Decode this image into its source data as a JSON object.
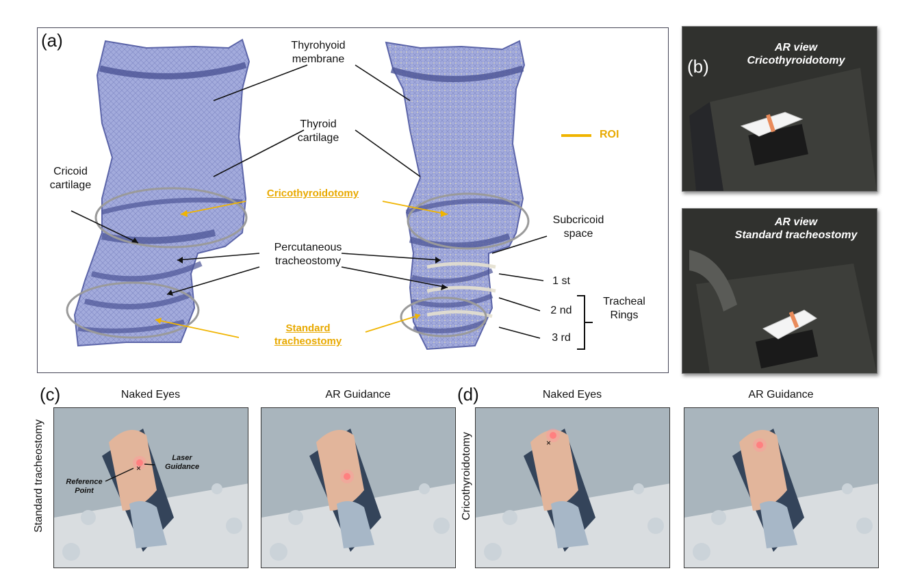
{
  "panel_a": {
    "label": "(a)",
    "labels": {
      "thyrohyoid": "Thyrohyoid\nmembrane",
      "thyroid": "Thyroid\ncartilage",
      "cricoid": "Cricoid\ncartilage",
      "cricothyroidotomy": "Cricothyroidotomy",
      "percutaneous": "Percutaneous\ntracheostomy",
      "standard": "Standard\ntracheostomy",
      "subcricoid": "Subcricoid\nspace",
      "ring1": "1 st",
      "ring2": "2 nd",
      "ring3": "3 rd",
      "tracheal_rings": "Tracheal\nRings",
      "roi": "ROI"
    },
    "colors": {
      "mesh": "#9aa3d6",
      "mesh_dark": "#5b64a8",
      "roi": "#f0b400"
    }
  },
  "panel_b": {
    "label": "(b)",
    "view1": "AR view\nCricothyroidotomy",
    "view2": "AR view\nStandard tracheostomy"
  },
  "panel_c": {
    "label": "(c)",
    "side_label": "Standard tracheostomy",
    "photo1_title": "Naked Eyes",
    "photo2_title": "AR Guidance",
    "laser_guidance": "Laser\nGuidance",
    "reference_point": "Reference\nPoint"
  },
  "panel_d": {
    "label": "(d)",
    "side_label": "Cricothyroidotomy",
    "photo1_title": "Naked Eyes",
    "photo2_title": "AR Guidance"
  }
}
